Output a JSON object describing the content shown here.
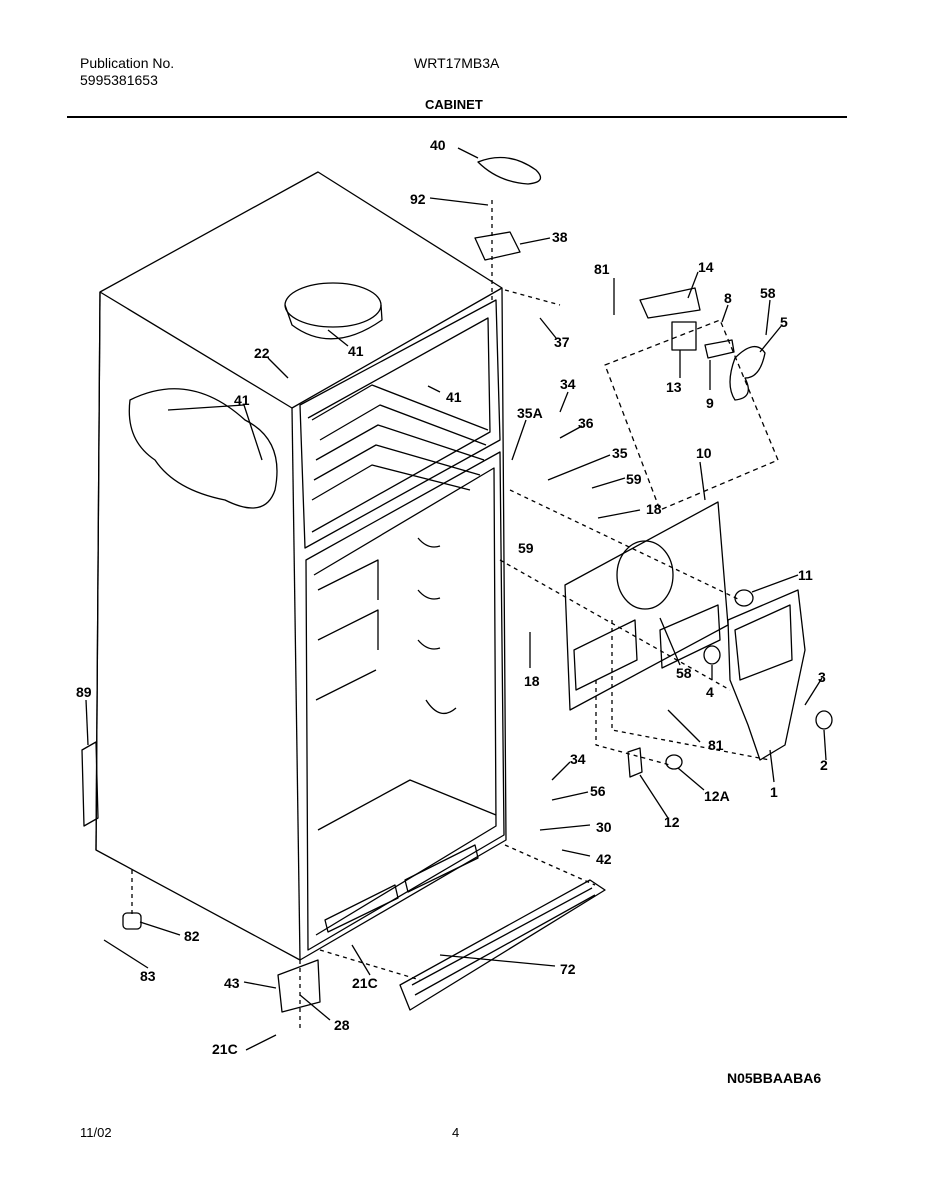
{
  "header": {
    "publication_label": "Publication No.",
    "publication_number": "5995381653",
    "model": "WRT17MB3A",
    "section": "CABINET"
  },
  "footer": {
    "drawing_code": "N05BBAABA6",
    "date": "11/02",
    "page": "4"
  },
  "callouts": [
    "40",
    "92",
    "38",
    "81",
    "14",
    "8",
    "58",
    "5",
    "37",
    "41",
    "22",
    "41",
    "34",
    "36",
    "35A",
    "41",
    "35",
    "59",
    "10",
    "13",
    "9",
    "18",
    "59",
    "11",
    "18",
    "58",
    "4",
    "3",
    "89",
    "81",
    "2",
    "34",
    "1",
    "56",
    "12A",
    "12",
    "30",
    "42",
    "82",
    "83",
    "72",
    "21C",
    "43",
    "28",
    "21C"
  ]
}
